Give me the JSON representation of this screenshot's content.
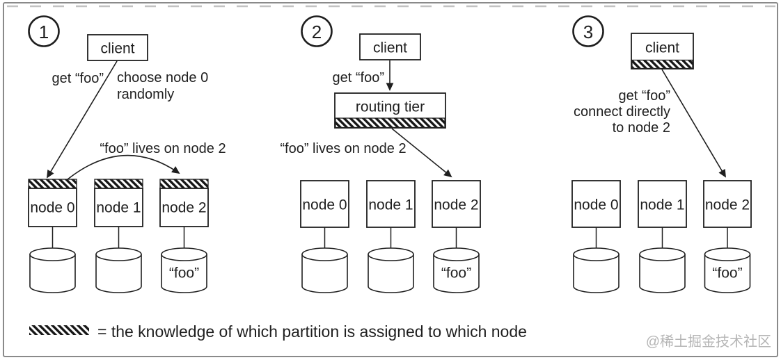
{
  "colors": {
    "ink": "#1f1f1f",
    "frame_border": "#8a8a8a",
    "watermark_gray": "#b5b5b5",
    "background": "#ffffff"
  },
  "panels": [
    {
      "number": "1",
      "client": "client",
      "get_label": "get “foo”",
      "note_line1": "choose node 0",
      "note_line2": "randomly",
      "arc_label": "“foo” lives on node 2",
      "nodes": [
        "node 0",
        "node 1",
        "node 2"
      ],
      "foo_label": "“foo”"
    },
    {
      "number": "2",
      "client": "client",
      "get_label": "get “foo”",
      "routing_tier": "routing tier",
      "location_label": "“foo” lives on node 2",
      "nodes": [
        "node 0",
        "node 1",
        "node 2"
      ],
      "foo_label": "“foo”"
    },
    {
      "number": "3",
      "client": "client",
      "get_line1": "get “foo”",
      "get_line2": "connect directly",
      "get_line3": "to node 2",
      "nodes": [
        "node 0",
        "node 1",
        "node 2"
      ],
      "foo_label": "“foo”"
    }
  ],
  "legend": {
    "text": "= the knowledge of which partition is assigned to which node"
  },
  "watermark": {
    "text": "@稀土掘金技术社区"
  }
}
